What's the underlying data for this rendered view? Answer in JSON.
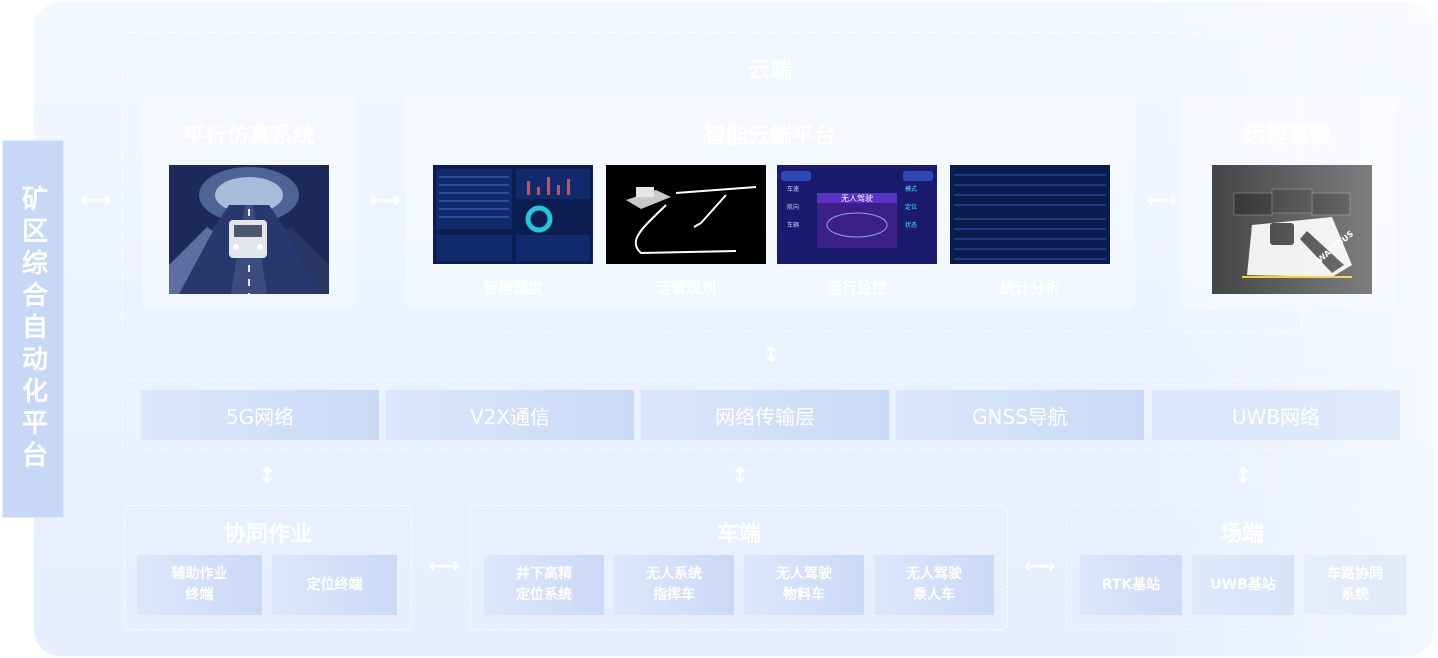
{
  "side_title": "矿区综合自动化平台",
  "cloud": {
    "title": "云端",
    "parallel_sim": {
      "title": "平行仿真系统"
    },
    "smart_platform": {
      "title": "智能云端平台",
      "screens": [
        {
          "label": "智能调度"
        },
        {
          "label": "运营规划"
        },
        {
          "label": "运行监控"
        },
        {
          "label": "统计分析"
        }
      ]
    },
    "remote": {
      "title": "远程驾驶"
    },
    "monitor_screen": {
      "banner": "无人驾驶",
      "tiles": [
        "车速",
        "航向",
        "车辆",
        "模式",
        "定位",
        "状态"
      ]
    },
    "cab_brand": "WAYTOUS"
  },
  "network": [
    "5G网络",
    "V2X通信",
    "网络传输层",
    "GNSS导航",
    "UWB网络"
  ],
  "collab": {
    "title": "协同作业",
    "items": [
      [
        "辅助作业",
        "终端"
      ],
      [
        "定位终端"
      ]
    ]
  },
  "vehicle": {
    "title": "车端",
    "items": [
      [
        "井下高精",
        "定位系统"
      ],
      [
        "无人系统",
        "指挥车"
      ],
      [
        "无人驾驶",
        "物料车"
      ],
      [
        "无人驾驶",
        "乘人车"
      ]
    ]
  },
  "field": {
    "title": "场端",
    "items": [
      [
        "RTK基站"
      ],
      [
        "UWB基站"
      ],
      [
        "车路协同",
        "系统"
      ]
    ]
  },
  "colors": {
    "panel": "#eaf1ff",
    "box": "#cad9f6",
    "dark_screen": "#0c1d52"
  }
}
